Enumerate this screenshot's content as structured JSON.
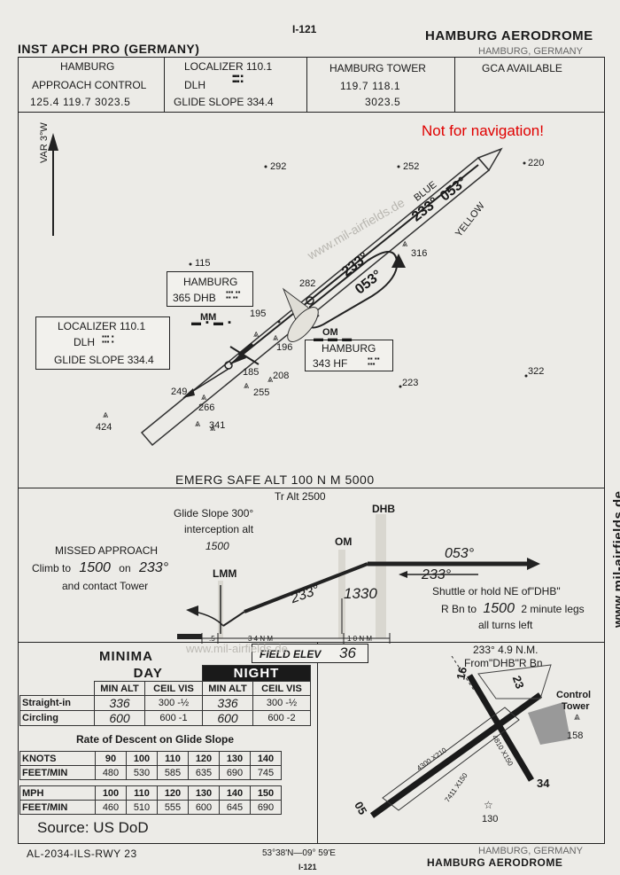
{
  "header": {
    "chart_number": "I-121",
    "title_left": "INST APCH PRO (GERMANY)",
    "title_right": "HAMBURG AERODROME",
    "location": "HAMBURG, GERMANY"
  },
  "comms": {
    "approach": {
      "line1": "HAMBURG",
      "line2": "APPROACH CONTROL",
      "freqs": "125.4   119.7   3023.5"
    },
    "ils": {
      "loc": "LOCALIZER 110.1",
      "ident": "DLH",
      "gs": "GLIDE SLOPE   334.4"
    },
    "tower": {
      "line1": "HAMBURG   TOWER",
      "freqs1": "119.7    118.1",
      "freqs2": "3023.5"
    },
    "gca": "GCA AVAILABLE"
  },
  "plan": {
    "warning": "Not for navigation!",
    "var": "VAR 3°W",
    "course_inbound": "233°",
    "course_outbound": "053°",
    "blue": "BLUE",
    "yellow": "YELLOW",
    "hamburg_dhb": {
      "name": "HAMBURG",
      "freq": "365 DHB"
    },
    "localizer_box": {
      "l1": "LOCALIZER 110.1",
      "l2": "DLH",
      "l3": "GLIDE SLOPE 334.4"
    },
    "hamburg_hf": {
      "name": "HAMBURG",
      "freq": "343  HF"
    },
    "mm": "MM",
    "om": "OM",
    "elevations": [
      "292",
      "252",
      "220",
      "115",
      "316",
      "282",
      "195",
      "196",
      "185",
      "208",
      "255",
      "249",
      "266",
      "424",
      "341",
      "223",
      "322"
    ],
    "watermark": "www.mil-airfields.de"
  },
  "profile": {
    "emerg": "EMERG SAFE ALT 100 N M 5000",
    "tr_alt": "Tr Alt 2500",
    "gs_note1": "Glide Slope  300°",
    "gs_note2": "interception alt",
    "gs_note3": "1500",
    "missed1": "MISSED APPROACH",
    "missed2a": "Climb to",
    "missed2b": "1500",
    "missed2c": "on",
    "missed2d": "233°",
    "missed3": "and contact Tower",
    "dhb": "DHB",
    "om": "OM",
    "lmm": "LMM",
    "alt_1330": "1330",
    "course_053": "053°",
    "course_233a": "233°",
    "course_233b": "233°",
    "shuttle1": "Shuttle or hold NE of\"DHB\"",
    "shuttle2a": "R Bn to",
    "shuttle2b": "1500",
    "shuttle2c": "2 minute legs",
    "shuttle3": "all turns left",
    "dist_5": ".5",
    "dist_34": "3 4 N M",
    "dist_10": "1 0 N M",
    "side_text": "www.mil-airfields.de"
  },
  "minima": {
    "title": "MINIMA",
    "field_elev_label": "FIELD ELEV",
    "field_elev": "36",
    "day": "DAY",
    "night": "NIGHT",
    "cols": [
      "MIN ALT",
      "CEIL VIS",
      "MIN ALT",
      "CEIL VIS"
    ],
    "rows": [
      {
        "label": "Straight-in",
        "d_alt": "336",
        "d_cv": "300 -½",
        "n_alt": "336",
        "n_cv": "300 -½"
      },
      {
        "label": "Circling",
        "d_alt": "600",
        "d_cv": "600 -1",
        "n_alt": "600",
        "n_cv": "600 -2"
      }
    ],
    "rod_title": "Rate of Descent on Glide Slope",
    "knots": {
      "label": "KNOTS",
      "values": [
        "90",
        "100",
        "110",
        "120",
        "130",
        "140"
      ]
    },
    "fpm1": {
      "label": "FEET/MIN",
      "values": [
        "480",
        "530",
        "585",
        "635",
        "690",
        "745"
      ]
    },
    "mph": {
      "label": "MPH",
      "values": [
        "100",
        "110",
        "120",
        "130",
        "140",
        "150"
      ]
    },
    "fpm2": {
      "label": "FEET/MIN",
      "values": [
        "460",
        "510",
        "555",
        "600",
        "645",
        "690"
      ]
    },
    "source": "Source: US DoD"
  },
  "airport": {
    "dist1": "233° 4.9 N.M.",
    "dist2": "From\"DHB\"R Bn",
    "tower1": "Control",
    "tower2": "Tower",
    "tower_elev": "158",
    "rwy16": "16",
    "rwy23": "23",
    "rwy34": "34",
    "rwy05": "05",
    "dim1": "4300 X210",
    "dim2": "7411 X150",
    "dim3": "4810 X150",
    "beacon_elev": "130"
  },
  "footer": {
    "code": "AL-2034-ILS-RWY 23",
    "coords": "53°38'N—09° 59'E",
    "number": "I-121",
    "location": "HAMBURG, GERMANY",
    "title": "HAMBURG AERODROME"
  }
}
